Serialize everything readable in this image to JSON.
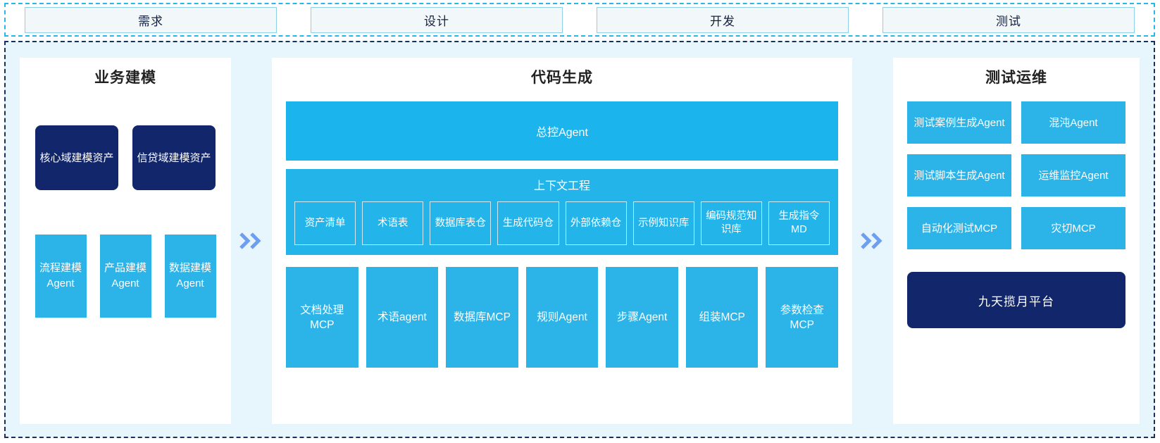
{
  "phases": [
    {
      "label": "需求"
    },
    {
      "label": "设计"
    },
    {
      "label": "开发"
    },
    {
      "label": "测试"
    }
  ],
  "connectors": {
    "left_chevron": "double-chevron-right-icon",
    "right_chevron": "double-chevron-right-icon"
  },
  "colors": {
    "accent_blue": "#2cb3e8",
    "context_blue": "#23b4ea",
    "master_blue": "#1bb4ec",
    "navy": "#12266b",
    "frame_bg": "#e7f5fd",
    "chevron": "#6e9ef0",
    "phase_border": "#8ecfe8",
    "phase_fill": "#f2f7fa",
    "dashed_top": "#29b6e8",
    "dashed_main": "#1d2f55"
  },
  "business": {
    "title": "业务建模",
    "assets": [
      {
        "label": "核心域建模资产"
      },
      {
        "label": "信贷域建模资产"
      }
    ],
    "agents": [
      {
        "label": "流程建模Agent"
      },
      {
        "label": "产品建模Agent"
      },
      {
        "label": "数据建模Agent"
      }
    ]
  },
  "codegen": {
    "title": "代码生成",
    "master_agent": "总控Agent",
    "context": {
      "title": "上下文工程",
      "items": [
        {
          "label": "资产清单"
        },
        {
          "label": "术语表"
        },
        {
          "label": "数据库表仓"
        },
        {
          "label": "生成代码仓"
        },
        {
          "label": "外部依赖仓"
        },
        {
          "label": "示例知识库"
        },
        {
          "label": "编码规范知识库"
        },
        {
          "label": "生成指令MD"
        }
      ]
    },
    "tools": [
      {
        "label": "文档处理MCP"
      },
      {
        "label": "术语agent"
      },
      {
        "label": "数据库MCP"
      },
      {
        "label": "规则Agent"
      },
      {
        "label": "步骤Agent"
      },
      {
        "label": "组装MCP"
      },
      {
        "label": "参数检查MCP"
      }
    ]
  },
  "testops": {
    "title": "测试运维",
    "items": [
      {
        "label": "测试案例生成Agent"
      },
      {
        "label": "混沌Agent"
      },
      {
        "label": "测试脚本生成Agent"
      },
      {
        "label": "运维监控Agent"
      },
      {
        "label": "自动化测试MCP"
      },
      {
        "label": "灾切MCP"
      }
    ],
    "platform": "九天揽月平台"
  }
}
